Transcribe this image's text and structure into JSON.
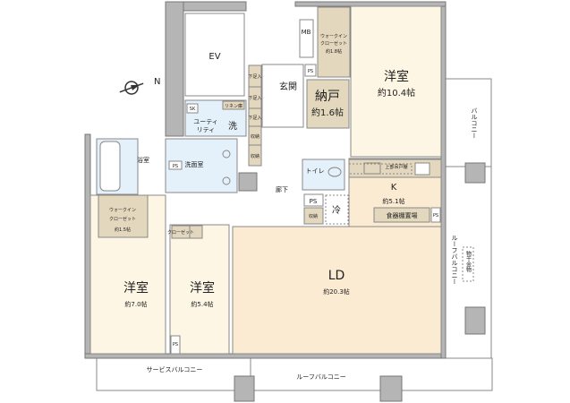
{
  "rooms": {
    "ev": "EV",
    "mb": "MB",
    "wic_top_1": "ウォークイン",
    "wic_top_2": "クローゼット",
    "wic_top_size": "約1.8帖",
    "ps": "PS",
    "western_room_1": "洋室",
    "western_room_1_size": "約10.4帖",
    "genkan": "玄関",
    "nando": "納戸",
    "nando_size": "約1.6帖",
    "shoe_storage": "下足入",
    "storage": "収納",
    "sk": "SK",
    "linen": "リネン庫",
    "utility_1": "ユーティ",
    "utility_2": "リティ",
    "wash": "洗",
    "bath": "浴室",
    "washroom": "洗面室",
    "toilet": "トイレ",
    "kitchen_cabinet": "上部吊戸棚",
    "kitchen": "K",
    "kitchen_size": "約5.1帖",
    "dish_shelf": "食器棚置場",
    "fridge": "冷",
    "hallway": "廊下",
    "wic_left_1": "ウォークイン",
    "wic_left_2": "クローゼット",
    "wic_left_size": "約1.5帖",
    "closet": "クローゼット",
    "western_room_2": "洋室",
    "western_room_2_size": "約7.0帖",
    "western_room_3": "洋室",
    "western_room_3_size": "約5.4帖",
    "ld": "LD",
    "ld_size": "約20.3帖",
    "balcony": "バルコニー",
    "roof_balcony_right": "ルーフバルコニー",
    "drying_hardware": "物干金物",
    "service_balcony": "サービスバルコニー",
    "roof_balcony_bottom": "ルーフバルコニー"
  },
  "compass": {
    "label": "N",
    "icon": "compass-icon"
  },
  "colors": {
    "room": "#fdf6e4",
    "living": "#fbebd2",
    "wet": "#e4f1fa",
    "storage": "#e3d7bd",
    "wall": "#b5b5b5"
  }
}
